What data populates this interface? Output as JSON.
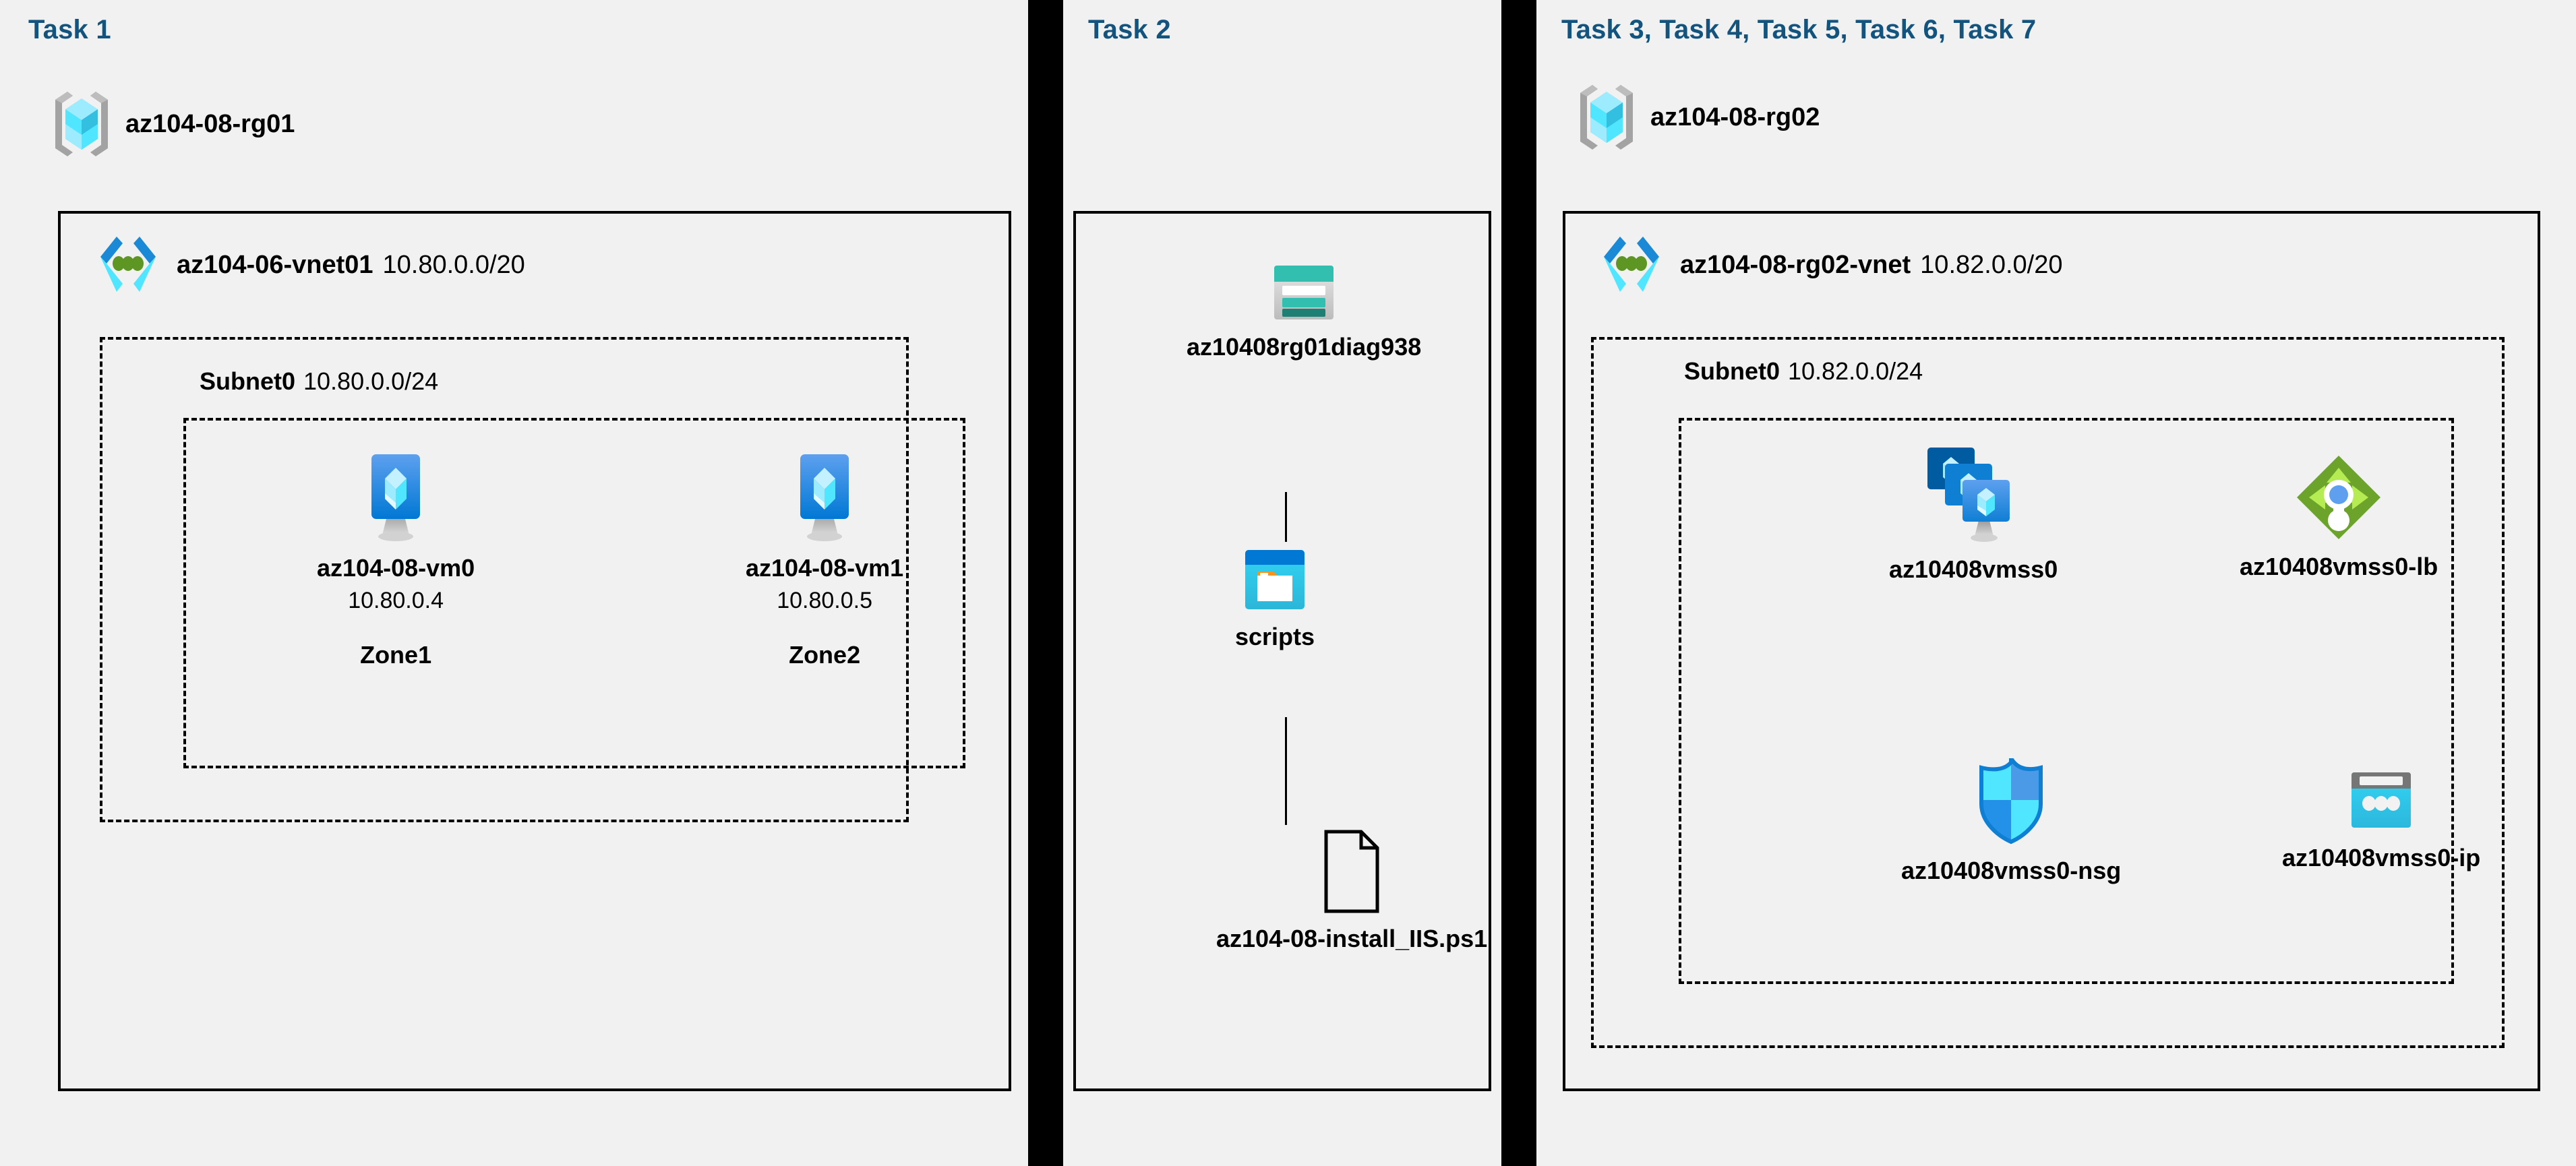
{
  "diagram": {
    "title": "Azure AZ-104-08 lab architecture",
    "background": "#f1f1f1",
    "heading_color": "#13547f"
  },
  "columns": [
    {
      "id": "task1",
      "heading": "Task 1",
      "resource_group": {
        "name": "az104-08-rg01",
        "icon": "resource-group-icon",
        "vnet": {
          "name": "az104-06-vnet01",
          "cidr": "10.80.0.0/20",
          "icon": "virtual-network-icon",
          "subnet": {
            "name": "Subnet0",
            "cidr": "10.80.0.0/24",
            "vms": [
              {
                "name": "az104-08-vm0",
                "ip": "10.80.0.4",
                "zone": "Zone1",
                "icon": "virtual-machine-icon"
              },
              {
                "name": "az104-08-vm1",
                "ip": "10.80.0.5",
                "zone": "Zone2",
                "icon": "virtual-machine-icon"
              }
            ]
          }
        }
      }
    },
    {
      "id": "task2",
      "heading": "Task 2",
      "storage": {
        "account": {
          "name": "az10408rg01diag938",
          "icon": "storage-account-icon"
        },
        "container": {
          "name": "scripts",
          "icon": "blob-container-icon"
        },
        "blob": {
          "name": "az104-08-install_IIS.ps1",
          "icon": "file-icon"
        }
      }
    },
    {
      "id": "task3",
      "heading": "Task 3, Task 4, Task 5, Task 6, Task 7",
      "resource_group": {
        "name": "az104-08-rg02",
        "icon": "resource-group-icon",
        "vnet": {
          "name": "az104-08-rg02-vnet",
          "cidr": "10.82.0.0/20",
          "icon": "virtual-network-icon",
          "subnet": {
            "name": "Subnet0",
            "cidr": "10.82.0.0/24",
            "resources": [
              {
                "name": "az10408vmss0",
                "icon": "vm-scale-set-icon"
              },
              {
                "name": "az10408vmss0-lb",
                "icon": "load-balancer-icon"
              },
              {
                "name": "az10408vmss0-nsg",
                "icon": "network-security-group-icon"
              },
              {
                "name": "az10408vmss0-ip",
                "icon": "public-ip-address-icon"
              }
            ]
          }
        }
      }
    }
  ],
  "colors": {
    "heading_blue": "#13547f",
    "azure_blue": "#0078d4",
    "cyan": "#32d4f5",
    "light_cyan": "#9cebff",
    "teal": "#32bfb0",
    "dark_teal": "#1e7f75",
    "green": "#68a035",
    "light_green": "#b4ec51",
    "gray": "#949494",
    "orange": "#f7941e",
    "black": "#000000",
    "panel_bg": "#f1f1f1"
  }
}
